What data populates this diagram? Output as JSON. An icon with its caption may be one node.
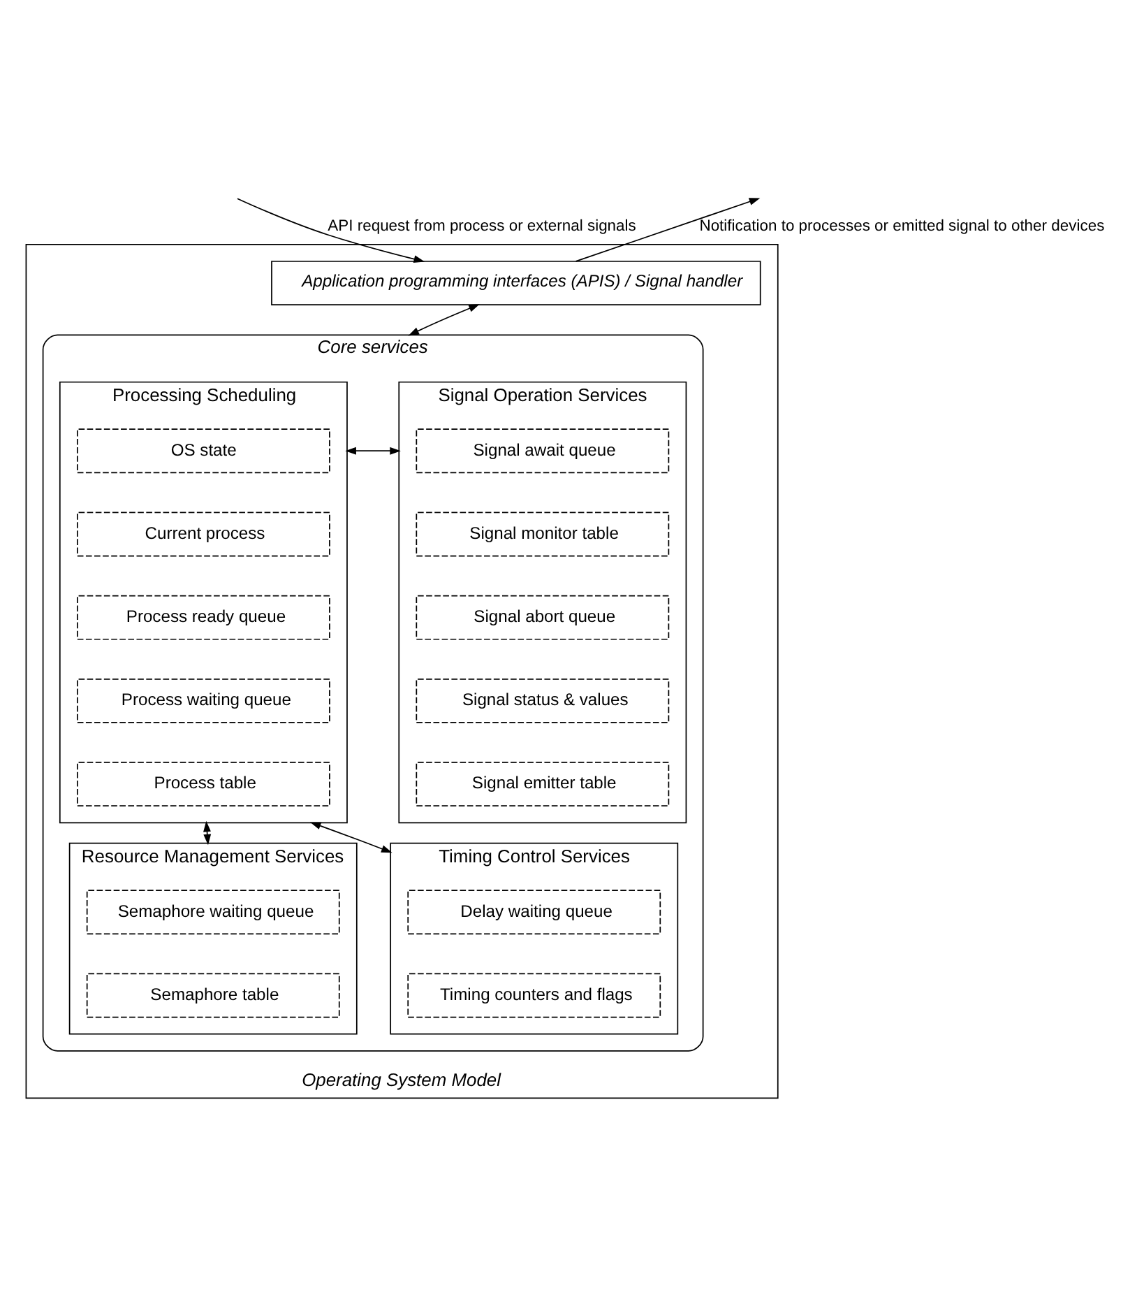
{
  "diagram": {
    "nodes": [
      {
        "text": [
          "Operating System Model"
        ]
      },
      {
        "text": [
          "Application programming interfaces (APIS) / Signal handler"
        ],
        "in": 0
      },
      {
        "text": [
          "Core services"
        ],
        "in": 0
      },
      {
        "text": [
          "Processing Scheduling"
        ],
        "in": 2
      },
      {
        "text": [
          "OS state"
        ],
        "in": 3
      },
      {
        "text": [
          "Current process"
        ],
        "in": 3
      },
      {
        "text": [
          "Process ready queue"
        ],
        "in": 3
      },
      {
        "text": [
          "Process waiting queue"
        ],
        "in": 3
      },
      {
        "text": [
          "Process table"
        ],
        "in": 3
      },
      {
        "text": [
          "Signal Operation Services"
        ],
        "in": 2
      },
      {
        "text": [
          "Signal await queue"
        ],
        "in": 9
      },
      {
        "text": [
          "Signal monitor table"
        ],
        "in": 9
      },
      {
        "text": [
          "Signal abort queue"
        ],
        "in": 9
      },
      {
        "text": [
          "Signal status & values"
        ],
        "in": 9
      },
      {
        "text": [
          "Signal emitter table"
        ],
        "in": 9
      },
      {
        "text": [
          "Resource Management Services"
        ],
        "in": 2
      },
      {
        "text": [
          "Semaphore waiting queue"
        ],
        "in": 15
      },
      {
        "text": [
          "Semaphore table"
        ],
        "in": 15
      },
      {
        "text": [
          "Timing Control Services"
        ],
        "in": 2
      },
      {
        "text": [
          "Delay waiting queue"
        ],
        "in": 18
      },
      {
        "text": [
          "Timing counters and flags"
        ],
        "in": 18
      }
    ],
    "edges": [
      {
        "from": null,
        "to": 1,
        "arrow": "to",
        "label": "API request from process or external signals"
      },
      {
        "from": 1,
        "to": null,
        "arrow": "to",
        "label": "Notification to processes or emitted signal to other devices"
      },
      {
        "from": 1,
        "to": 2,
        "arrow": "both"
      },
      {
        "from": 3,
        "to": 9,
        "arrow": "both"
      },
      {
        "from": 3,
        "to": 15,
        "arrow": "both"
      },
      {
        "from": 3,
        "to": 18,
        "arrow": "both"
      }
    ]
  }
}
